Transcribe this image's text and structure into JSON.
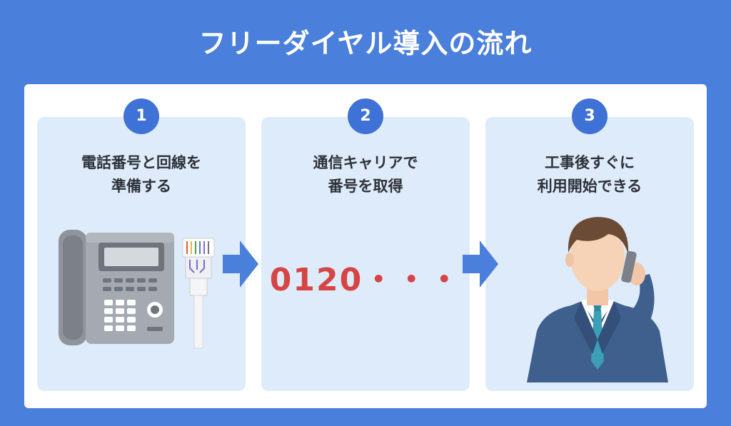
{
  "title": "フリーダイヤル導入の流れ",
  "steps": [
    {
      "number": "1",
      "line1": "電話番号と回線を",
      "line2": "準備する"
    },
    {
      "number": "2",
      "line1": "通信キャリアで",
      "line2": "番号を取得"
    },
    {
      "number": "3",
      "line1": "工事後すぐに",
      "line2": "利用開始できる"
    }
  ],
  "dial_text": "0120・・・",
  "icons": {
    "step1_illustration": "desk-phone-and-cable-illustration",
    "step3_illustration": "businessman-on-phone-illustration",
    "arrow": "right-arrow-icon"
  },
  "colors": {
    "background": "#4a7fdb",
    "panel": "#ffffff",
    "step_card": "#deebfb",
    "number_badge": "#3f72d6",
    "dial_text": "#d64545"
  }
}
